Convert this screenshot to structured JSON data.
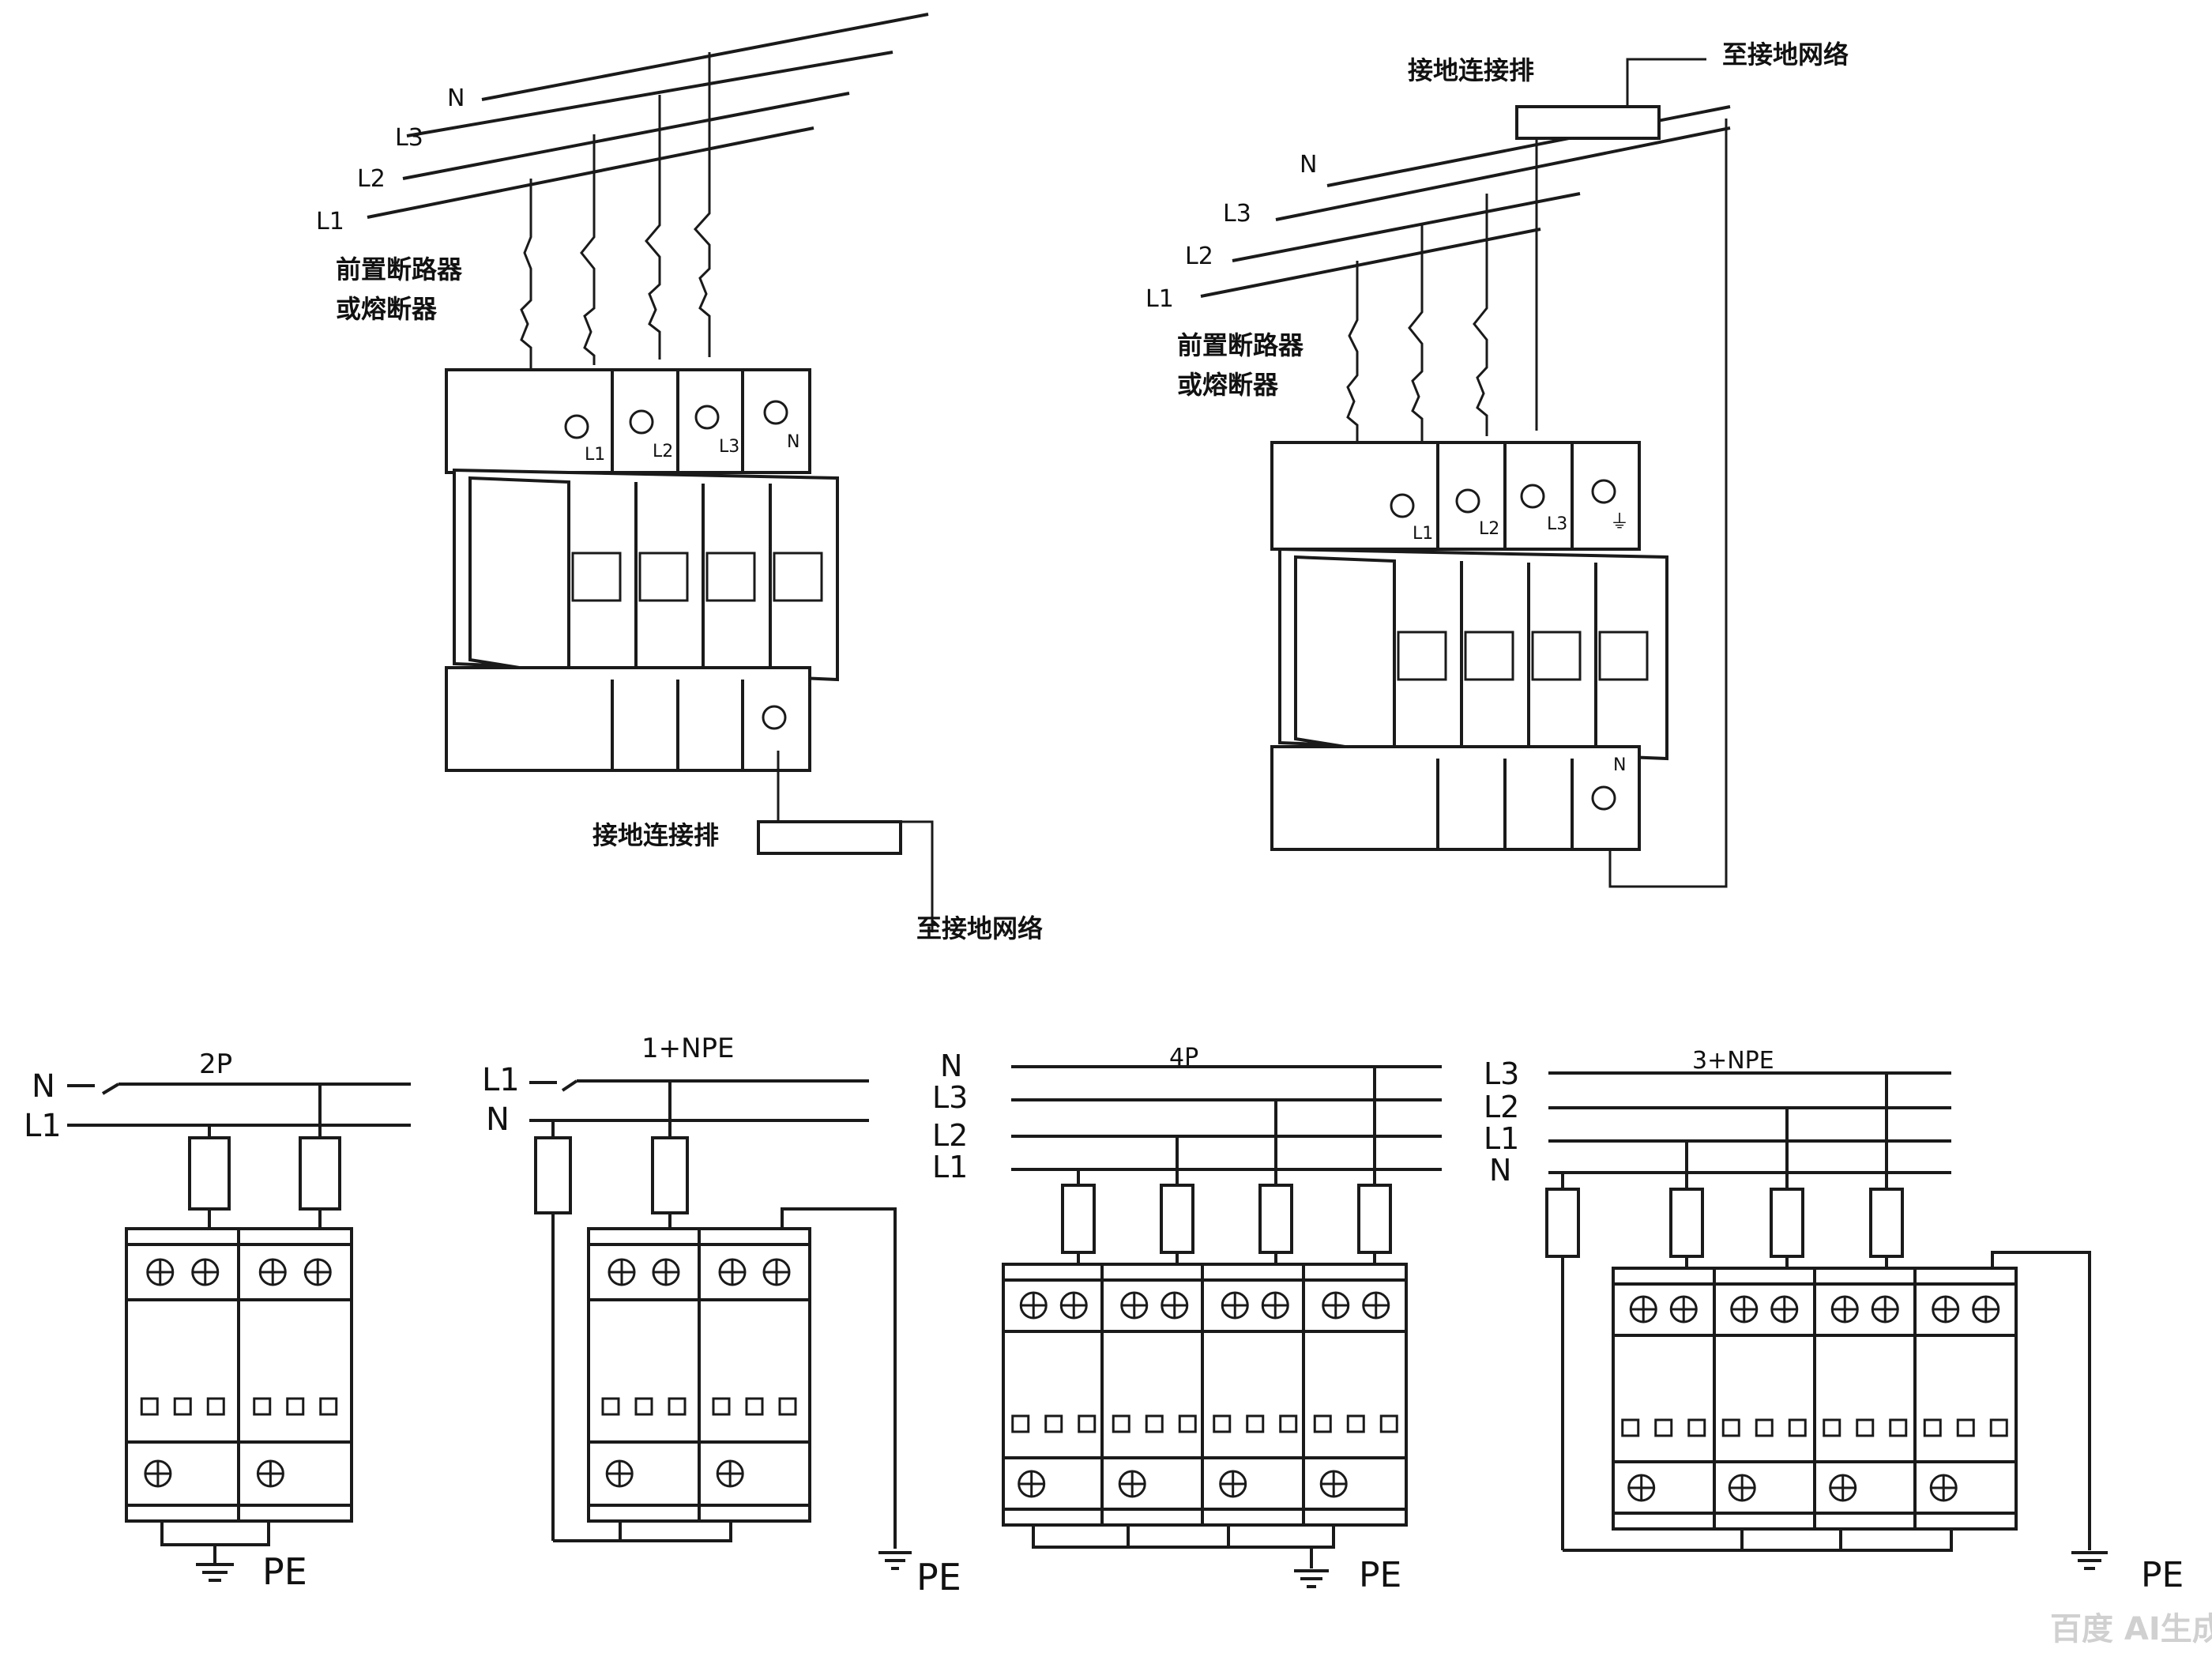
{
  "top_left": {
    "lines": [
      "N",
      "L3",
      "L2",
      "L1"
    ],
    "breaker_label_1": "前置断路器",
    "breaker_label_2": "或熔断器",
    "terminals": [
      "L1",
      "L2",
      "L3",
      "N"
    ],
    "ground_bar_label": "接地连接排",
    "to_ground_label": "至接地网络"
  },
  "top_right": {
    "lines": [
      "N",
      "L3",
      "L2",
      "L1"
    ],
    "breaker_label_1": "前置断路器",
    "breaker_label_2": "或熔断器",
    "terminals": [
      "L1",
      "L2",
      "L3"
    ],
    "ground_bar_label": "接地连接排",
    "to_ground_label": "至接地网络",
    "bottom_terminal": "N"
  },
  "schematics": [
    {
      "title": "2P",
      "lines": [
        "N",
        "L1"
      ],
      "pe": "PE"
    },
    {
      "title": "1+NPE",
      "lines": [
        "L1",
        "N"
      ],
      "pe": "PE"
    },
    {
      "title": "4P",
      "lines": [
        "N",
        "L3",
        "L2",
        "L1"
      ],
      "pe": "PE"
    },
    {
      "title": "3+NPE",
      "lines": [
        "L3",
        "L2",
        "L1",
        "N"
      ],
      "pe": "PE"
    }
  ],
  "watermark": "百度 AI生成"
}
